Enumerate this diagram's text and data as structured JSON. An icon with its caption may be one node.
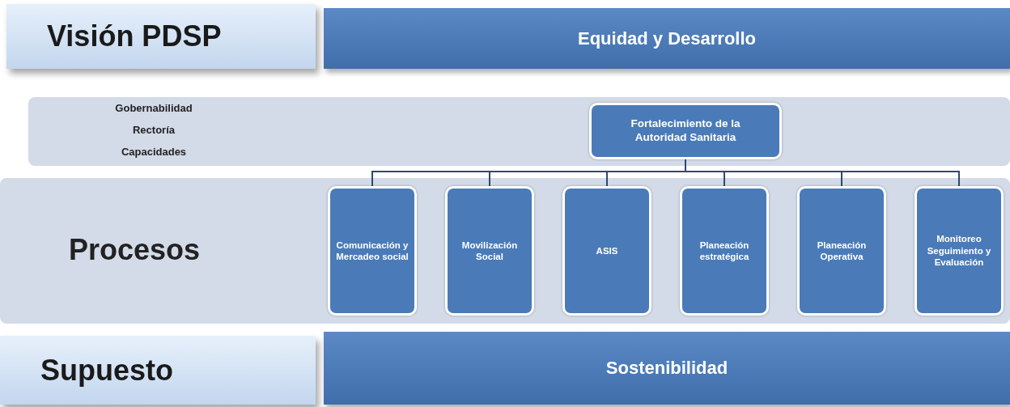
{
  "diagram": {
    "nodes": [
      {
        "text": [
          "Visión PDSP"
        ]
      },
      {
        "text": [
          "Equidad y Desarrollo"
        ]
      },
      {
        "text": [
          "Gobernabilidad",
          "Rectoría",
          "Capacidades"
        ]
      },
      {
        "text": [
          "Fortalecimiento de la Autoridad Sanitaria"
        ],
        "in": 2
      },
      {
        "text": [
          "Procesos"
        ]
      },
      {
        "text": [
          "Comunicación y Mercadeo social"
        ],
        "in": 4
      },
      {
        "text": [
          "Movilización Social"
        ],
        "in": 4
      },
      {
        "text": [
          "ASIS"
        ],
        "in": 4
      },
      {
        "text": [
          "Planeación estratégica"
        ],
        "in": 4
      },
      {
        "text": [
          "Planeación Operativa"
        ],
        "in": 4
      },
      {
        "text": [
          "Monitoreo Seguimiento y Evaluación"
        ],
        "in": 4
      },
      {
        "text": [
          "Supuesto"
        ]
      },
      {
        "text": [
          "Sostenibilidad"
        ]
      }
    ],
    "edges": [
      {
        "from": 3,
        "to": 5,
        "arrow": "none"
      },
      {
        "from": 3,
        "to": 6,
        "arrow": "none"
      },
      {
        "from": 3,
        "to": 7,
        "arrow": "none"
      },
      {
        "from": 3,
        "to": 8,
        "arrow": "none"
      },
      {
        "from": 3,
        "to": 9,
        "arrow": "none"
      },
      {
        "from": 3,
        "to": 10,
        "arrow": "none"
      }
    ]
  }
}
